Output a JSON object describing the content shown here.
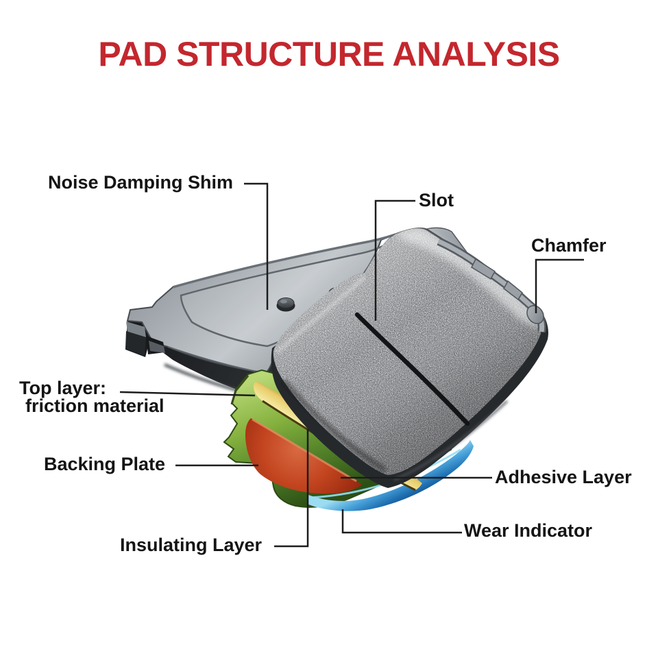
{
  "title": "PAD STRUCTURE ANALYSIS",
  "labels": {
    "noise_damping_shim": "Noise Damping Shim",
    "slot": "Slot",
    "chamfer": "Chamfer",
    "top_layer_line1": "Top layer:",
    "top_layer_line2": "friction material",
    "backing_plate": "Backing Plate",
    "adhesive_layer": "Adhesive Layer",
    "wear_indicator": "Wear Indicator",
    "insulating_layer": "Insulating Layer"
  },
  "colors": {
    "title_red": "#c3272e",
    "label_ink": "#141414",
    "line_ink": "#1c1c1c",
    "background": "#ffffff",
    "friction_gray": "#929598",
    "shim_gray": "#aab0b5",
    "underside_dark": "#26292c",
    "insulating_yellow": "#e8c95f",
    "adhesive_red": "#b03318",
    "backing_green": "#6f9c33",
    "wear_blue": "#2f85c8"
  }
}
